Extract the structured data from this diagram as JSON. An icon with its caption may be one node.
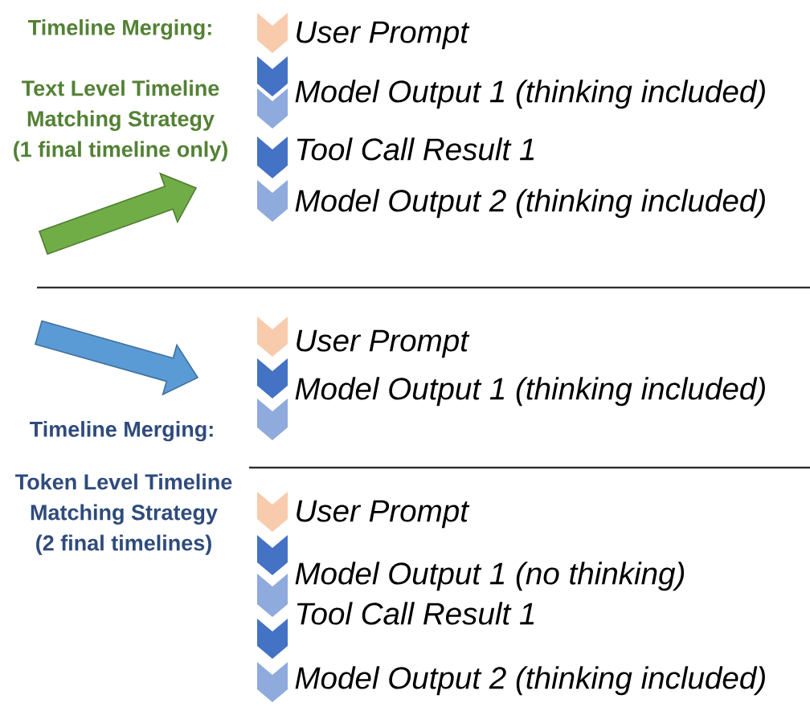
{
  "diagram": {
    "nodes": [
      {
        "text": [],
        "shape": "chevron",
        "beside": [
          "User Prompt"
        ]
      },
      {
        "text": [],
        "shape": "chevron",
        "beside": [
          "Model Output 1 (thinking included)"
        ]
      },
      {
        "text": [],
        "shape": "chevron"
      },
      {
        "text": [],
        "shape": "chevron",
        "beside": [
          "Tool Call Result 1"
        ]
      },
      {
        "text": [],
        "shape": "chevron",
        "beside": [
          "Model Output 2 (thinking included)"
        ]
      },
      {
        "text": [],
        "shape": "chevron",
        "beside": [
          "User Prompt"
        ]
      },
      {
        "text": [],
        "shape": "chevron",
        "beside": [
          "Model Output 1 (thinking included)"
        ]
      },
      {
        "text": [],
        "shape": "chevron"
      },
      {
        "text": [],
        "shape": "chevron",
        "beside": [
          "User Prompt"
        ]
      },
      {
        "text": [],
        "shape": "chevron",
        "beside": [
          "Model Output 1 (no thinking)"
        ]
      },
      {
        "text": [],
        "shape": "chevron"
      },
      {
        "text": [],
        "shape": "chevron",
        "beside": [
          "Tool Call Result 1"
        ]
      },
      {
        "text": [],
        "shape": "chevron",
        "beside": [
          "Model Output 2 (thinking included)"
        ]
      }
    ],
    "labels": [
      "Timeline Merging:",
      "Text Level Timeline Matching Strategy (1 final timeline only)",
      "Timeline Merging:",
      "Token Level Timeline Matching Strategy (2 final timelines)"
    ]
  }
}
